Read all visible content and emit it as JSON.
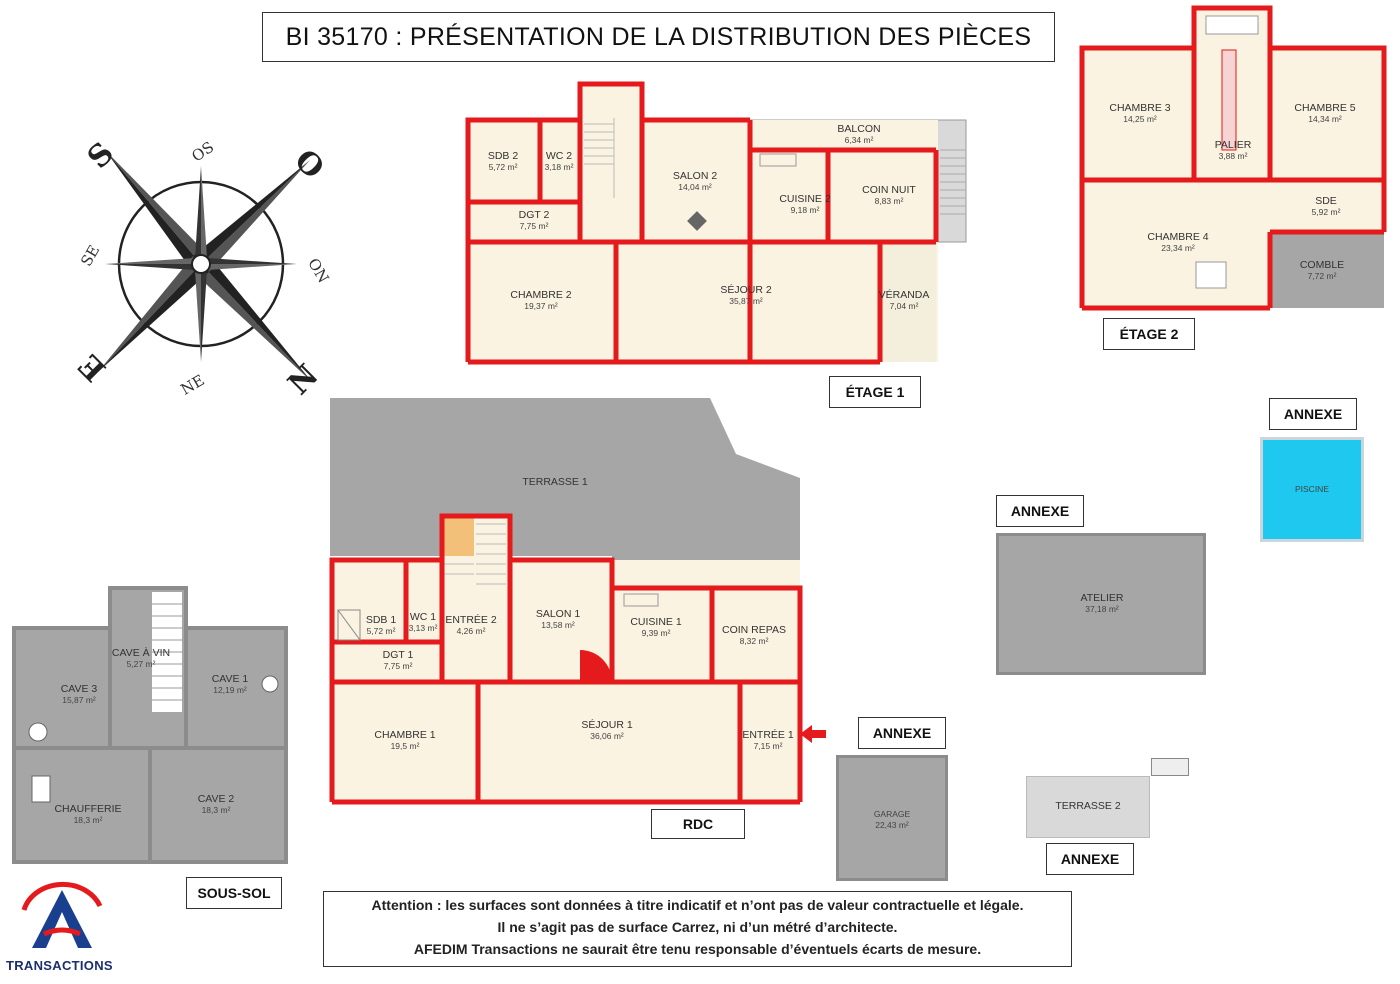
{
  "title": "BI 35170 : PRÉSENTATION DE LA DISTRIBUTION DES PIÈCES",
  "compass": {
    "S": "S",
    "OS": "OS",
    "O": "O",
    "ON": "ON",
    "N": "N",
    "NE": "NE",
    "E": "E",
    "SE": "SE"
  },
  "levels": {
    "etage1": "ÉTAGE 1",
    "etage2": "ÉTAGE 2",
    "rdc": "RDC",
    "soussol": "SOUS-SOL",
    "annexe_garage": "ANNEXE",
    "annexe_atelier": "ANNEXE",
    "annexe_piscine": "ANNEXE",
    "annexe_terrasse": "ANNEXE"
  },
  "etage1": {
    "sdb2": {
      "name": "SDB 2",
      "area": "5,72 m²"
    },
    "wc2": {
      "name": "WC 2",
      "area": "3,18 m²"
    },
    "salon2": {
      "name": "SALON 2",
      "area": "14,04 m²"
    },
    "balcon": {
      "name": "BALCON",
      "area": "6,34 m²"
    },
    "cuisine2": {
      "name": "CUISINE 2",
      "area": "9,18 m²"
    },
    "coinnuit": {
      "name": "COIN NUIT",
      "area": "8,83 m²"
    },
    "dgt2": {
      "name": "DGT 2",
      "area": "7,75 m²"
    },
    "chambre2": {
      "name": "CHAMBRE 2",
      "area": "19,37 m²"
    },
    "sejour2": {
      "name": "SÉJOUR 2",
      "area": "35,87 m²"
    },
    "veranda": {
      "name": "VÉRANDA",
      "area": "7,04 m²"
    }
  },
  "etage2": {
    "chambre3": {
      "name": "CHAMBRE 3",
      "area": "14,25 m²"
    },
    "chambre5": {
      "name": "CHAMBRE 5",
      "area": "14,34 m²"
    },
    "palier": {
      "name": "PALIER",
      "area": "3,88 m²"
    },
    "sde": {
      "name": "SDE",
      "area": "5,92 m²"
    },
    "chambre4": {
      "name": "CHAMBRE 4",
      "area": "23,34 m²"
    },
    "comble": {
      "name": "COMBLE",
      "area": "7,72 m²"
    }
  },
  "rdc": {
    "terrasse1": {
      "name": "TERRASSE 1"
    },
    "sdb1": {
      "name": "SDB 1",
      "area": "5,72 m²"
    },
    "wc1": {
      "name": "WC 1",
      "area": "3,13 m²"
    },
    "entree2": {
      "name": "ENTRÉE 2",
      "area": "4,26 m²"
    },
    "salon1": {
      "name": "SALON 1",
      "area": "13,58 m²"
    },
    "cuisine1": {
      "name": "CUISINE 1",
      "area": "9,39 m²"
    },
    "coinrepas": {
      "name": "COIN REPAS",
      "area": "8,32 m²"
    },
    "dgt1": {
      "name": "DGT 1",
      "area": "7,75 m²"
    },
    "chambre1": {
      "name": "CHAMBRE 1",
      "area": "19,5 m²"
    },
    "sejour1": {
      "name": "SÉJOUR 1",
      "area": "36,06 m²"
    },
    "entree1": {
      "name": "ENTRÉE 1",
      "area": "7,15 m²"
    }
  },
  "soussol": {
    "caveavin": {
      "name": "CAVE À VIN",
      "area": "5,27 m²"
    },
    "cave3": {
      "name": "CAVE 3",
      "area": "15,87 m²"
    },
    "cave1": {
      "name": "CAVE 1",
      "area": "12,19 m²"
    },
    "chaufferie": {
      "name": "CHAUFFERIE",
      "area": "18,3 m²"
    },
    "cave2": {
      "name": "CAVE 2",
      "area": "18,3 m²"
    }
  },
  "annexes": {
    "garage": {
      "name": "GARAGE",
      "area": "22,43 m²"
    },
    "atelier": {
      "name": "ATELIER",
      "area": "37,18 m²"
    },
    "piscine": {
      "name": "PISCINE"
    },
    "terrasse2": {
      "name": "TERRASSE 2"
    }
  },
  "disclaimer": {
    "line1": "Attention : les surfaces sont données à titre indicatif et n’ont pas de valeur contractuelle et légale.",
    "line2": "Il ne s’agit pas de surface Carrez, ni d’un métré d’architecte.",
    "line3": "AFEDIM Transactions ne saurait être tenu responsable d’éventuels écarts de mesure."
  },
  "logo": {
    "brand": "TRANSACTIONS"
  },
  "colors": {
    "wall": "#e41a1c",
    "floor": "#faf3e1",
    "grey": "#a6a6a6",
    "pool": "#1ec8ee",
    "title_text": "#111111"
  }
}
